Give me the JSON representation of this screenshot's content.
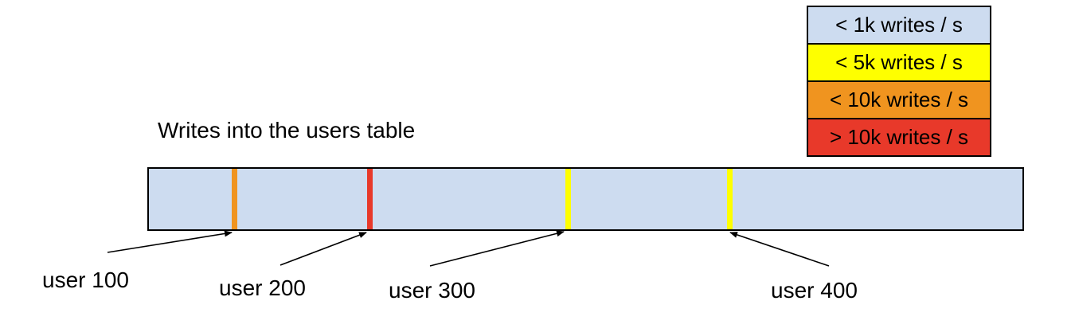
{
  "title": "Writes into the users table",
  "legend": {
    "items": [
      {
        "label": "< 1k writes / s",
        "color": "#cddcf0"
      },
      {
        "label": "< 5k writes / s",
        "color": "#feff00"
      },
      {
        "label": "< 10k writes / s",
        "color": "#f0941f"
      },
      {
        "label": "> 10k writes / s",
        "color": "#e8392a"
      }
    ]
  },
  "bar": {
    "fill": "#cddcf0",
    "border_color": "#000000",
    "markers": [
      {
        "user": "user 100",
        "rate_bucket": "< 10k writes / s",
        "color": "#f0941f",
        "left": "9.5%"
      },
      {
        "user": "user 200",
        "rate_bucket": "> 10k writes / s",
        "color": "#e8392a",
        "left": "25.0%"
      },
      {
        "user": "user 300",
        "rate_bucket": "< 5k writes / s",
        "color": "#feff00",
        "left": "47.7%"
      },
      {
        "user": "user 400",
        "rate_bucket": "< 5k writes / s",
        "color": "#feff00",
        "left": "66.2%"
      }
    ]
  },
  "labels": {
    "user100": "user 100",
    "user200": "user 200",
    "user300": "user 300",
    "user400": "user 400"
  }
}
